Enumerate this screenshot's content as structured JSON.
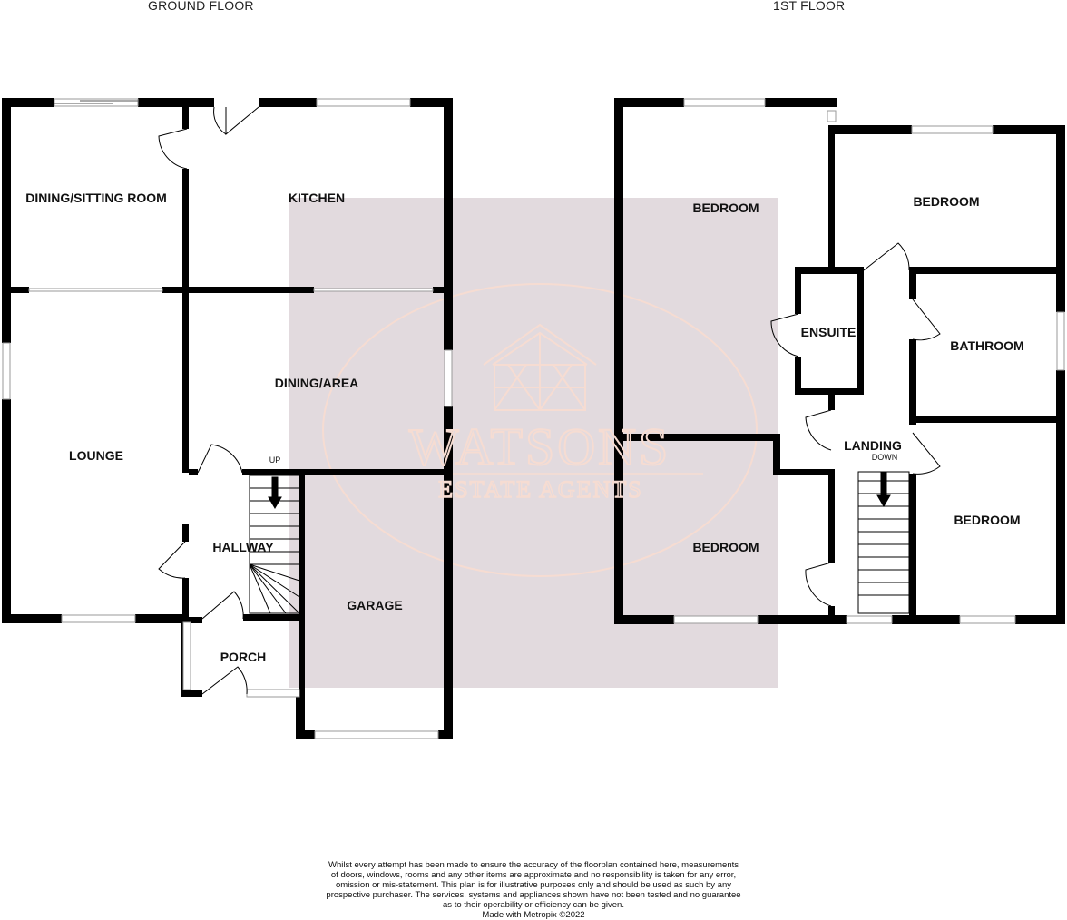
{
  "floors": {
    "ground": {
      "title": "GROUND FLOOR",
      "rooms": {
        "dining_sitting": "DINING/SITTING ROOM",
        "kitchen": "KITCHEN",
        "dining_area": "DINING/AREA",
        "lounge": "LOUNGE",
        "hallway": "HALLWAY",
        "porch": "PORCH",
        "garage": "GARAGE"
      },
      "stair_label": "UP"
    },
    "first": {
      "title": "1ST FLOOR",
      "rooms": {
        "bedroom_main": "BEDROOM",
        "bedroom_right_top": "BEDROOM",
        "ensuite": "ENSUITE",
        "bathroom": "BATHROOM",
        "landing": "LANDING",
        "bedroom_bottom_left": "BEDROOM",
        "bedroom_bottom_right": "BEDROOM"
      },
      "stair_label": "DOWN"
    }
  },
  "watermark": {
    "name": "WATSONS",
    "subtitle": "ESTATE AGENTS",
    "color": "#f6dcd2",
    "panel_color": "#e2dade"
  },
  "disclaimer": {
    "lines": [
      "Whilst every attempt has been made to ensure the accuracy of the floorplan contained here, measurements",
      "of doors, windows, rooms and any other items are approximate and no responsibility is taken for any error,",
      "omission or mis-statement. This plan is for illustrative purposes only and should be used as such by any",
      "prospective purchaser. The services, systems and appliances shown have not been tested and no guarantee",
      "as to their operability or efficiency can be given."
    ],
    "credit": "Made with Metropix ©2022"
  },
  "colors": {
    "wall": "#000000",
    "window": "#9a9a9a"
  }
}
